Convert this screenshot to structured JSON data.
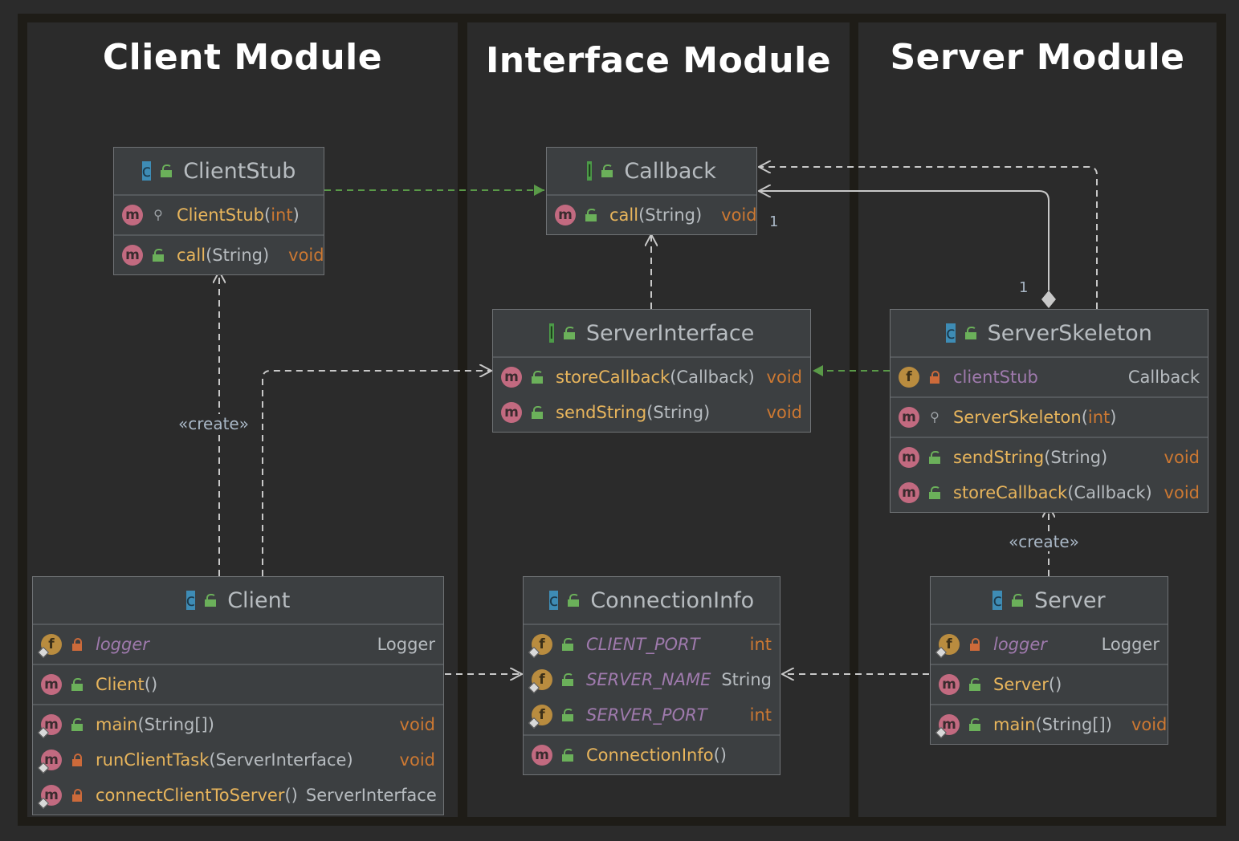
{
  "modules": {
    "client": "Client Module",
    "interface": "Interface Module",
    "server": "Server Module"
  },
  "classes": {
    "client_stub": {
      "name": "ClientStub",
      "kind": "class",
      "constructor": {
        "name": "ClientStub",
        "params_open": "(",
        "param": "int",
        "params_close": ")"
      },
      "method_call": {
        "name": "call",
        "params": "(String)",
        "type": "void"
      }
    },
    "callback": {
      "name": "Callback",
      "kind": "interface",
      "method_call": {
        "name": "call",
        "params": "(String)",
        "type": "void"
      }
    },
    "server_interface": {
      "name": "ServerInterface",
      "kind": "interface",
      "store_callback": {
        "name": "storeCallback",
        "params": "(Callback)",
        "type": "void"
      },
      "send_string": {
        "name": "sendString",
        "params": "(String)",
        "type": "void"
      }
    },
    "server_skeleton": {
      "name": "ServerSkeleton",
      "kind": "class",
      "field_client_stub": {
        "name": "clientStub",
        "type": "Callback"
      },
      "constructor": {
        "name": "ServerSkeleton",
        "params_open": "(",
        "param": "int",
        "params_close": ")"
      },
      "send_string": {
        "name": "sendString",
        "params": "(String)",
        "type": "void"
      },
      "store_callback": {
        "name": "storeCallback",
        "params": "(Callback)",
        "type": "void"
      }
    },
    "client": {
      "name": "Client",
      "kind": "class",
      "field_logger": {
        "name": "logger",
        "type": "Logger"
      },
      "constructor": {
        "name": "Client",
        "params": "()"
      },
      "main": {
        "name": "main",
        "params": "(String[])",
        "type": "void"
      },
      "run_client_task": {
        "name": "runClientTask",
        "params": "(ServerInterface)",
        "type": "void"
      },
      "connect_client": {
        "name": "connectClientToServer",
        "params": "()",
        "type": "ServerInterface"
      }
    },
    "connection_info": {
      "name": "ConnectionInfo",
      "kind": "class",
      "client_port": {
        "name": "CLIENT_PORT",
        "type": "int"
      },
      "server_name": {
        "name": "SERVER_NAME",
        "type": "String"
      },
      "server_port": {
        "name": "SERVER_PORT",
        "type": "int"
      },
      "constructor": {
        "name": "ConnectionInfo",
        "params": "()"
      }
    },
    "server": {
      "name": "Server",
      "kind": "class",
      "field_logger": {
        "name": "logger",
        "type": "Logger"
      },
      "constructor": {
        "name": "Server",
        "params": "()"
      },
      "main": {
        "name": "main",
        "params": "(String[])",
        "type": "void"
      }
    }
  },
  "edge_labels": {
    "create_client": "«create»",
    "create_server": "«create»",
    "mult_callback": "1",
    "mult_skeleton": "1"
  },
  "icons": {
    "class_letter": "c",
    "interface_letter": "I",
    "method_letter": "m",
    "field_letter": "f",
    "package_symbol": "⚲"
  },
  "colors": {
    "realization": "#5a9a48",
    "dependency": "#c8c8c8",
    "method_name": "#e8b55c",
    "field_name": "#9f7aad",
    "keyword": "#cc7832"
  }
}
